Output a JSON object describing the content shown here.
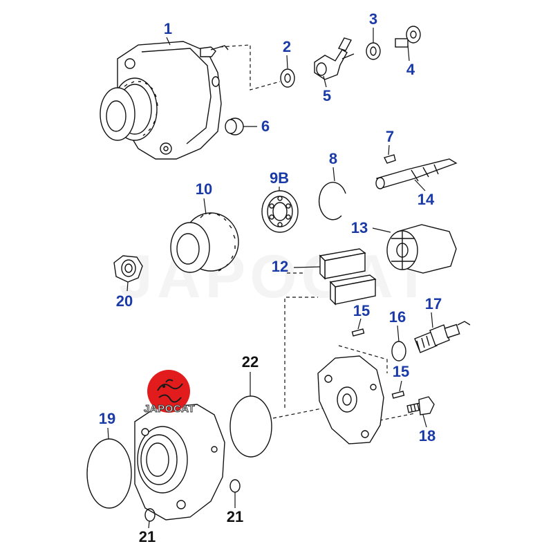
{
  "colors": {
    "callout_blue": "#1a3aa8",
    "callout_black": "#111111",
    "logo_red": "#e21c1c"
  },
  "watermark": "JAPOCAT",
  "logo": {
    "text": "JAPOCAT"
  },
  "callouts": {
    "c1": "1",
    "c2": "2",
    "c3": "3",
    "c4": "4",
    "c5": "5",
    "c6": "6",
    "c7": "7",
    "c8": "8",
    "c9b": "9B",
    "c10": "10",
    "c12": "12",
    "c13": "13",
    "c14": "14",
    "c15a": "15",
    "c15b": "15",
    "c16": "16",
    "c17": "17",
    "c18": "18",
    "c19": "19",
    "c20": "20",
    "c21a": "21",
    "c21b": "21",
    "c22": "22"
  }
}
